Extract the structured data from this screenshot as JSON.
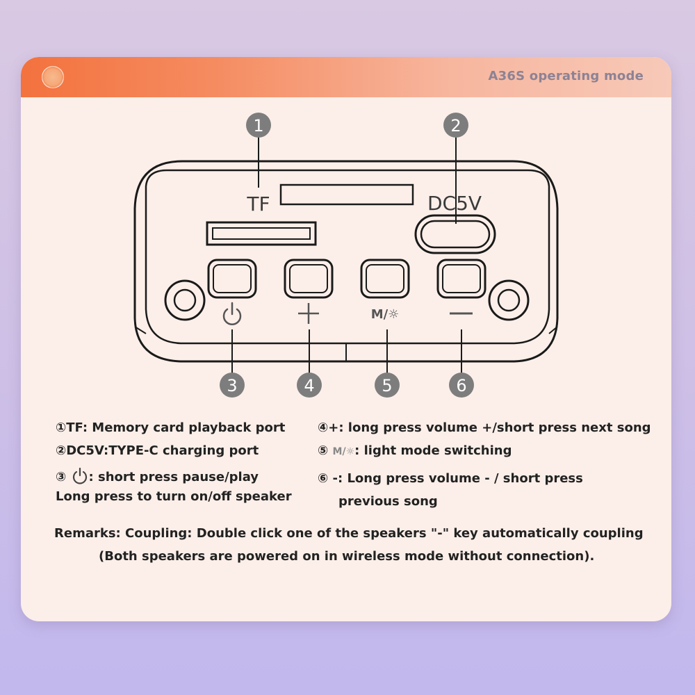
{
  "header": {
    "title": "A36S operating mode"
  },
  "diagram": {
    "callouts": [
      "1",
      "2",
      "3",
      "4",
      "5",
      "6"
    ],
    "panel_labels": {
      "tf": "TF",
      "dc5v": "DC5V",
      "mode": "M/☼"
    },
    "icons": [
      "power-icon",
      "plus-icon",
      "mode-light-icon",
      "minus-icon"
    ]
  },
  "legend": {
    "item1": "①TF: Memory card playback port",
    "item2": "②DC5V:TYPE-C charging port",
    "item3_prefix": "③",
    "item3_suffix": ": short press pause/play",
    "item3_line2": "Long press to turn on/off speaker",
    "item4": "④+: long press volume +/short press next song",
    "item5_prefix": "⑤",
    "item5_suffix": ": light mode switching",
    "item6_line1": "⑥ -: Long press volume - / short press",
    "item6_line2": "previous song"
  },
  "remarks": {
    "line1": "Remarks: Coupling: Double click one of the speakers \"-\" key automatically coupling",
    "line2": "(Both speakers are powered on in wireless mode without connection)."
  },
  "colors": {
    "accent": "#f3723e",
    "card": "#fcefe9",
    "callout_gray": "#7d7d7d"
  }
}
